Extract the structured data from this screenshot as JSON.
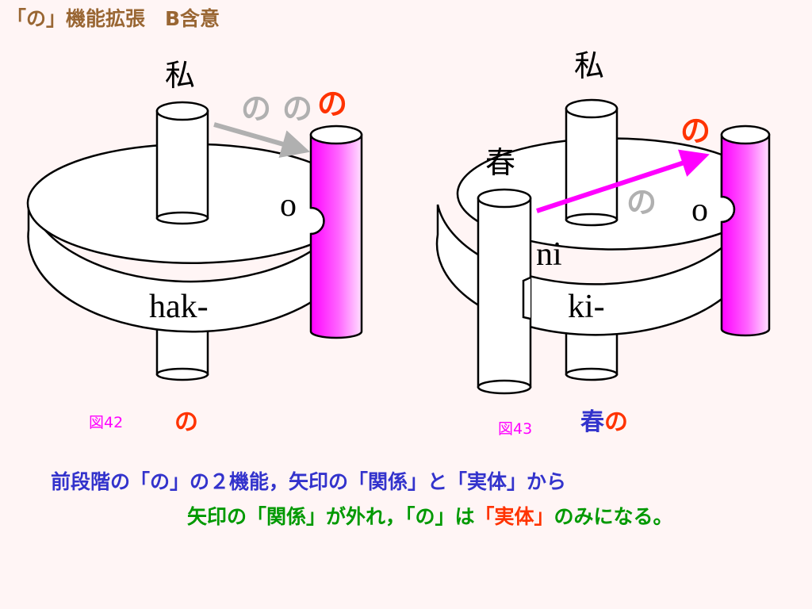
{
  "title": "「の」機能拡張　B含意",
  "fig42": {
    "top_label": "私",
    "gray_no_1": "の",
    "gray_no_2": "の",
    "red_no": "の",
    "o_label": "o",
    "hak_label": "hak-",
    "fig_label": "図42",
    "caption": "の"
  },
  "fig43": {
    "top_label": "私",
    "haru_label": "春",
    "red_no": "の",
    "gray_no": "の",
    "o_label": "o",
    "ni_label": "ni",
    "ki_label": "ki-",
    "fig_label": "図43",
    "caption_haru": "春",
    "caption_no": "の"
  },
  "text": {
    "line1": "前段階の「の」の２機能，矢印の「関係」と「実体」から",
    "line2_a": "矢印の「関係」が外れ，「の」は",
    "line2_b": "「実体」",
    "line2_c": "のみになる。"
  },
  "colors": {
    "magenta": "#ff00ff",
    "red_no": "#ff3300",
    "gray": "#b0b0b0",
    "blue_text": "#3333cc",
    "green_text": "#009900",
    "title": "#996633"
  }
}
